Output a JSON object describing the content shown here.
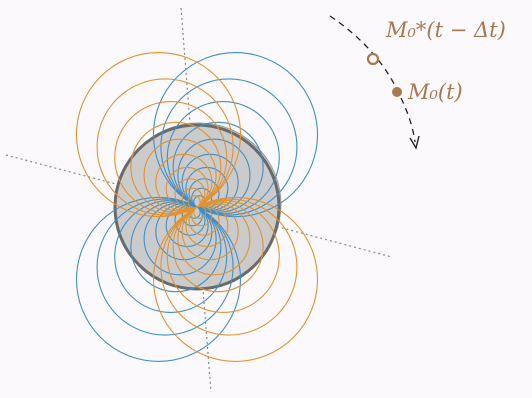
{
  "labels": {
    "past_position": "M₀*(t − Δt)",
    "current_position": "M₀(t)"
  },
  "colors": {
    "background": "#fbf9fc",
    "blue_field_lines": "#3d8fcf",
    "orange_field_lines": "#e3922e",
    "body_fill": "#c8c8c8",
    "body_stroke": "#6a6a6a",
    "axes": "#888888",
    "trajectory": "#222222",
    "point_marker": "#a8784e"
  },
  "icons": [
    "hollow-circle-marker",
    "filled-circle-marker",
    "arrowhead"
  ]
}
